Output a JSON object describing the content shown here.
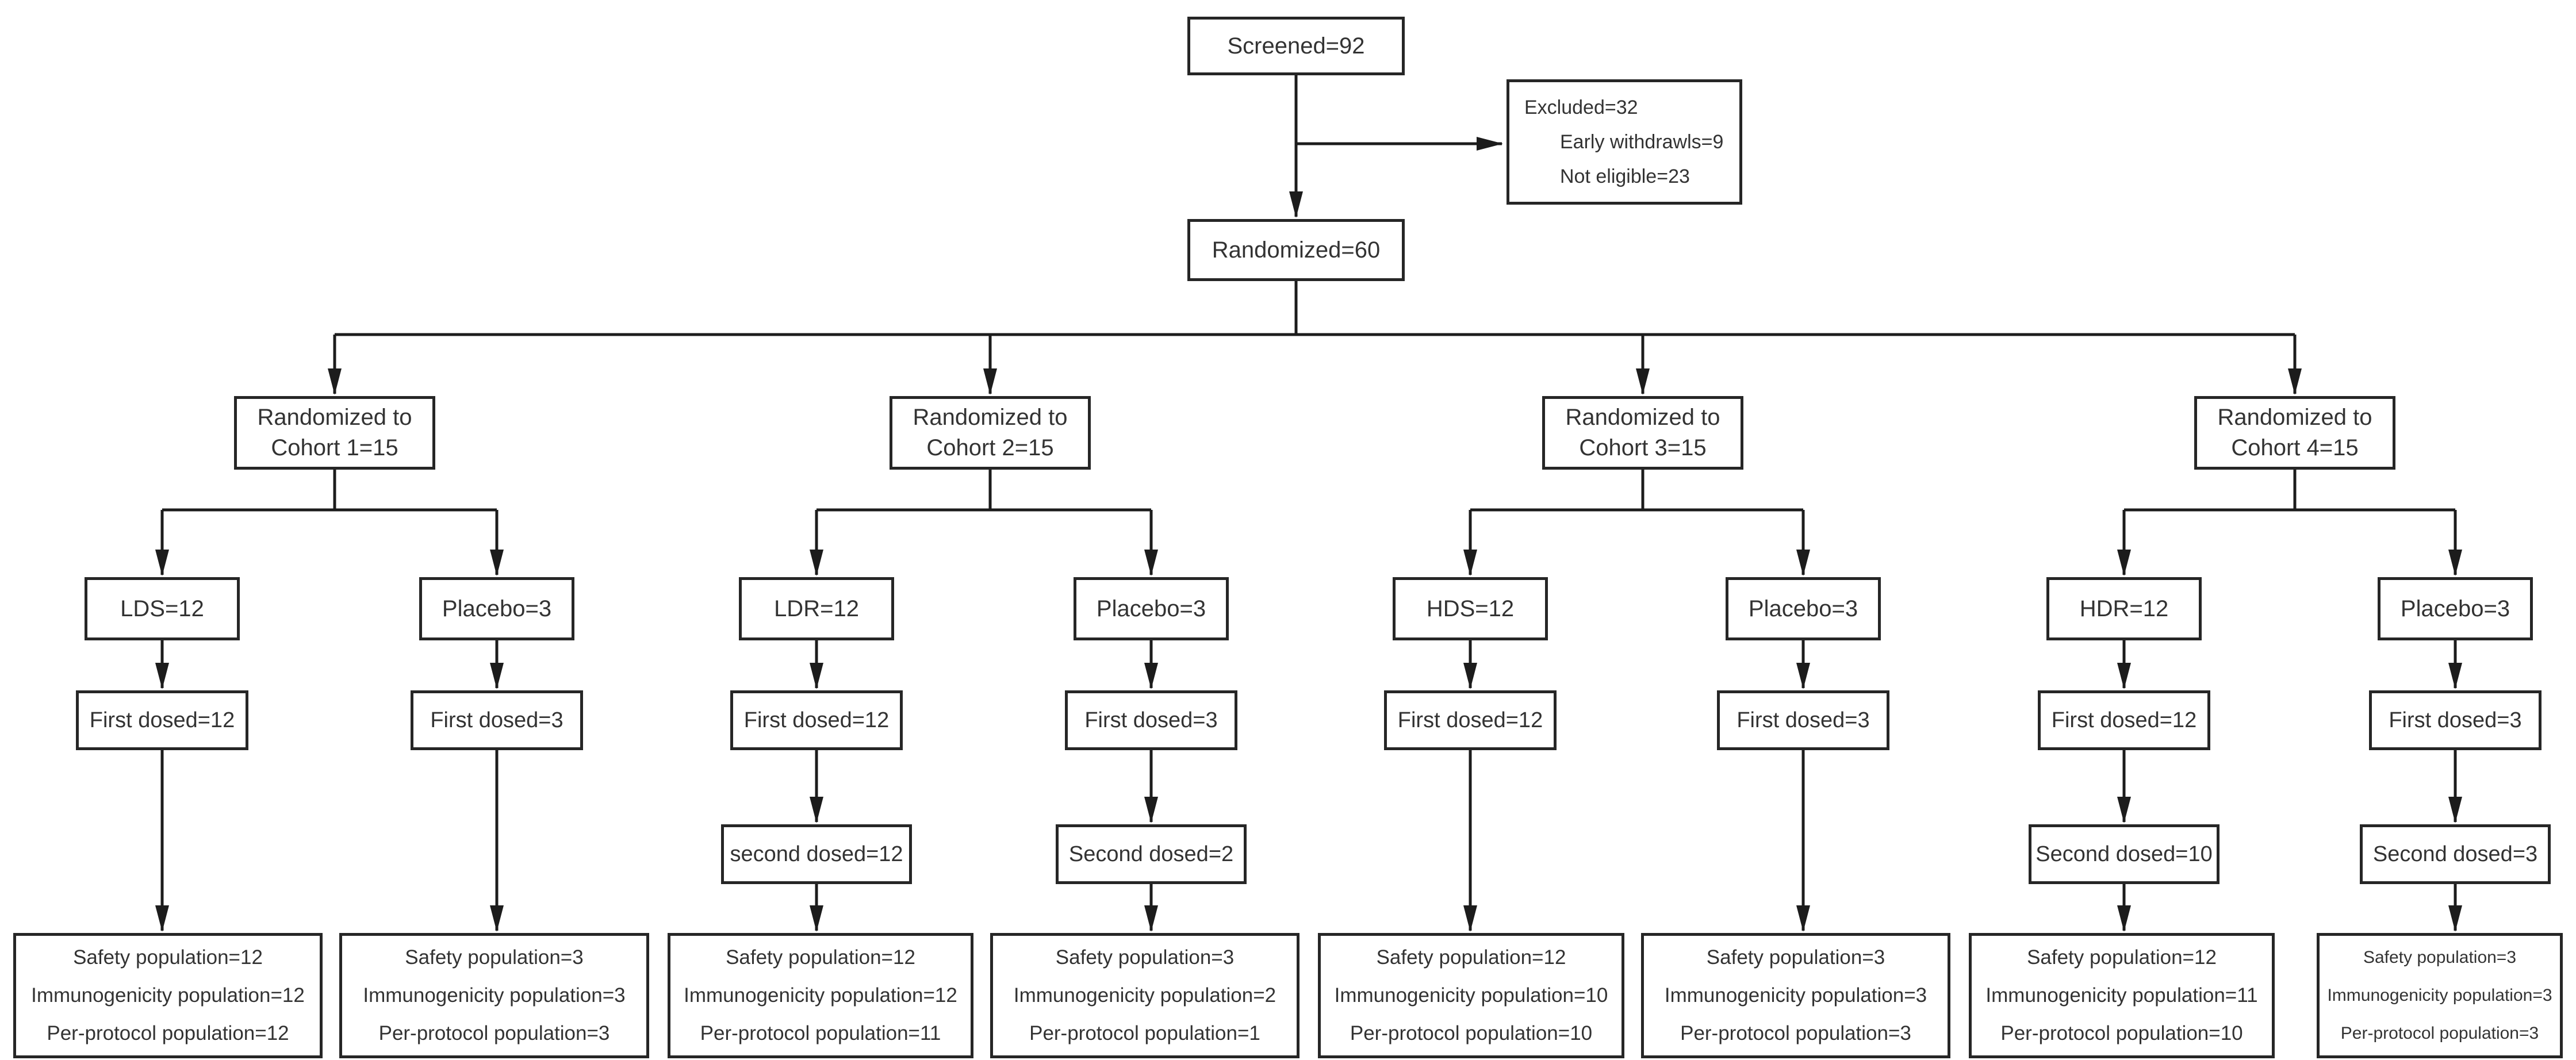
{
  "flow": {
    "screened": "Screened=92",
    "excluded": {
      "line1": "Excluded=32",
      "line2": "Early withdrawls=9",
      "line3": "Not eligible=23"
    },
    "randomized": "Randomized=60",
    "cohorts": [
      {
        "name_line1": "Randomized to",
        "name_line2": "Cohort 1=15",
        "arm": {
          "label": "LDS=12",
          "first_dosed": "First dosed=12",
          "outcome": [
            "Safety population=12",
            "Immunogenicity population=12",
            "Per-protocol population=12"
          ]
        },
        "placebo": {
          "label": "Placebo=3",
          "first_dosed": "First dosed=3",
          "outcome": [
            "Safety population=3",
            "Immunogenicity population=3",
            "Per-protocol population=3"
          ]
        }
      },
      {
        "name_line1": "Randomized to",
        "name_line2": "Cohort 2=15",
        "arm": {
          "label": "LDR=12",
          "first_dosed": "First dosed=12",
          "second_dosed": "second dosed=12",
          "outcome": [
            "Safety population=12",
            "Immunogenicity population=12",
            "Per-protocol population=11"
          ]
        },
        "placebo": {
          "label": "Placebo=3",
          "first_dosed": "First dosed=3",
          "second_dosed": "Second dosed=2",
          "outcome": [
            "Safety population=3",
            "Immunogenicity population=2",
            "Per-protocol population=1"
          ]
        }
      },
      {
        "name_line1": "Randomized to",
        "name_line2": "Cohort 3=15",
        "arm": {
          "label": "HDS=12",
          "first_dosed": "First dosed=12",
          "outcome": [
            "Safety population=12",
            "Immunogenicity population=10",
            "Per-protocol population=10"
          ]
        },
        "placebo": {
          "label": "Placebo=3",
          "first_dosed": "First dosed=3",
          "outcome": [
            "Safety population=3",
            "Immunogenicity population=3",
            "Per-protocol population=3"
          ]
        }
      },
      {
        "name_line1": "Randomized to",
        "name_line2": "Cohort 4=15",
        "arm": {
          "label": "HDR=12",
          "first_dosed": "First dosed=12",
          "second_dosed": "Second dosed=10",
          "outcome": [
            "Safety population=12",
            "Immunogenicity population=11",
            "Per-protocol population=10"
          ]
        },
        "placebo": {
          "label": "Placebo=3",
          "first_dosed": "First dosed=3",
          "second_dosed": "Second dosed=3",
          "outcome": [
            "Safety population=3",
            "Immunogenicity population=3",
            "Per-protocol population=3"
          ]
        }
      }
    ],
    "colors": {
      "box_border": "#262626",
      "connector": "#1c1c1c",
      "text": "#333333",
      "background": "#ffffff"
    }
  }
}
